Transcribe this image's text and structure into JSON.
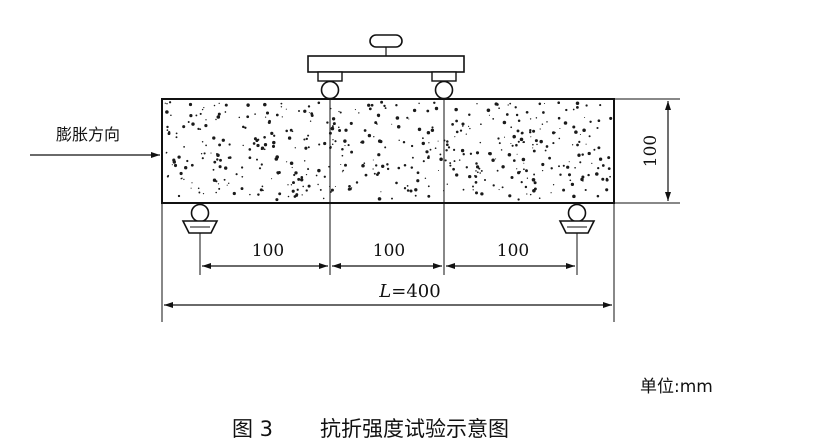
{
  "expansion_label": "膨胀方向",
  "height_dim": "100",
  "span_1": "100",
  "span_2": "100",
  "span_3": "100",
  "length_prefix": "L",
  "length_value": "=400",
  "unit_note": "单位:mm",
  "caption_number": "图 3",
  "caption_title": "抗折强度试验示意图"
}
